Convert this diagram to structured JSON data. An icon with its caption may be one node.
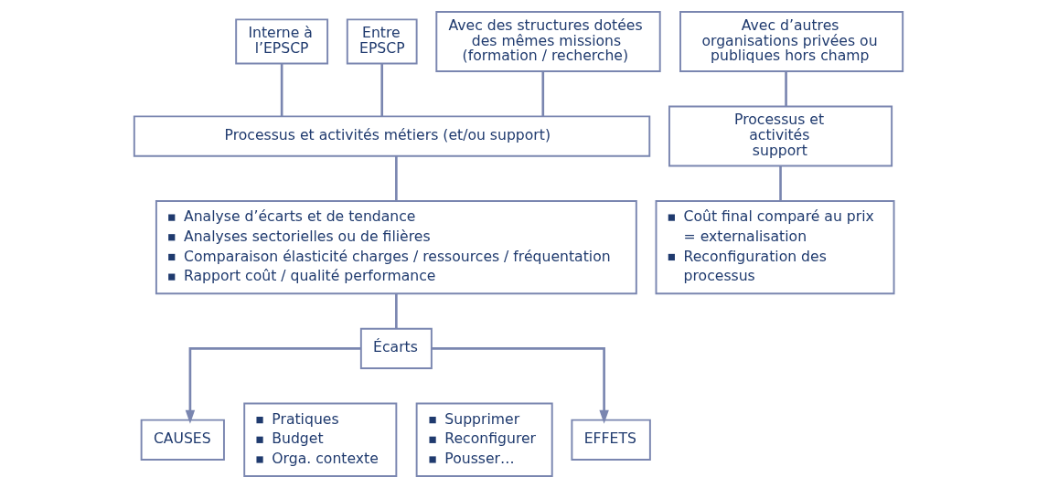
{
  "diagram": {
    "nodes": [
      {
        "text": [
          "Interne à l’EPSCP"
        ]
      },
      {
        "text": [
          "Entre EPSCP"
        ]
      },
      {
        "text": [
          "Avec des structures dotées des mêmes missions (formation / recherche)"
        ]
      },
      {
        "text": [
          "Avec d’autres organisations privées ou publiques hors champ"
        ]
      },
      {
        "text": [
          "Processus et activités métiers (et/ou support)"
        ]
      },
      {
        "text": [
          "Processus et activités support"
        ]
      },
      {
        "text": [
          "Analyse d’écarts et de tendance",
          "Analyses sectorielles ou de filières",
          "Comparaison élasticité charges / ressources / fréquentation",
          "Rapport coût / qualité performance"
        ]
      },
      {
        "text": [
          "Coût final comparé au prix = externalisation",
          "Reconfiguration des processus"
        ]
      },
      {
        "text": [
          "Écarts"
        ]
      },
      {
        "text": [
          "CAUSES"
        ]
      },
      {
        "text": [
          "Pratiques",
          "Budget",
          "Orga. contexte"
        ]
      },
      {
        "text": [
          "Supprimer",
          "Reconfigurer",
          "Pousser…"
        ]
      },
      {
        "text": [
          "EFFETS"
        ]
      }
    ],
    "edges": [
      {
        "from": 0,
        "to": 4,
        "arrow": "none"
      },
      {
        "from": 1,
        "to": 4,
        "arrow": "none"
      },
      {
        "from": 2,
        "to": 4,
        "arrow": "none"
      },
      {
        "from": 3,
        "to": 5,
        "arrow": "none"
      },
      {
        "from": 4,
        "to": 6,
        "arrow": "none"
      },
      {
        "from": 5,
        "to": 7,
        "arrow": "none"
      },
      {
        "from": 6,
        "to": 8,
        "arrow": "none"
      },
      {
        "from": 8,
        "to": 9,
        "arrow": "to"
      },
      {
        "from": 8,
        "to": 12,
        "arrow": "to"
      }
    ]
  }
}
